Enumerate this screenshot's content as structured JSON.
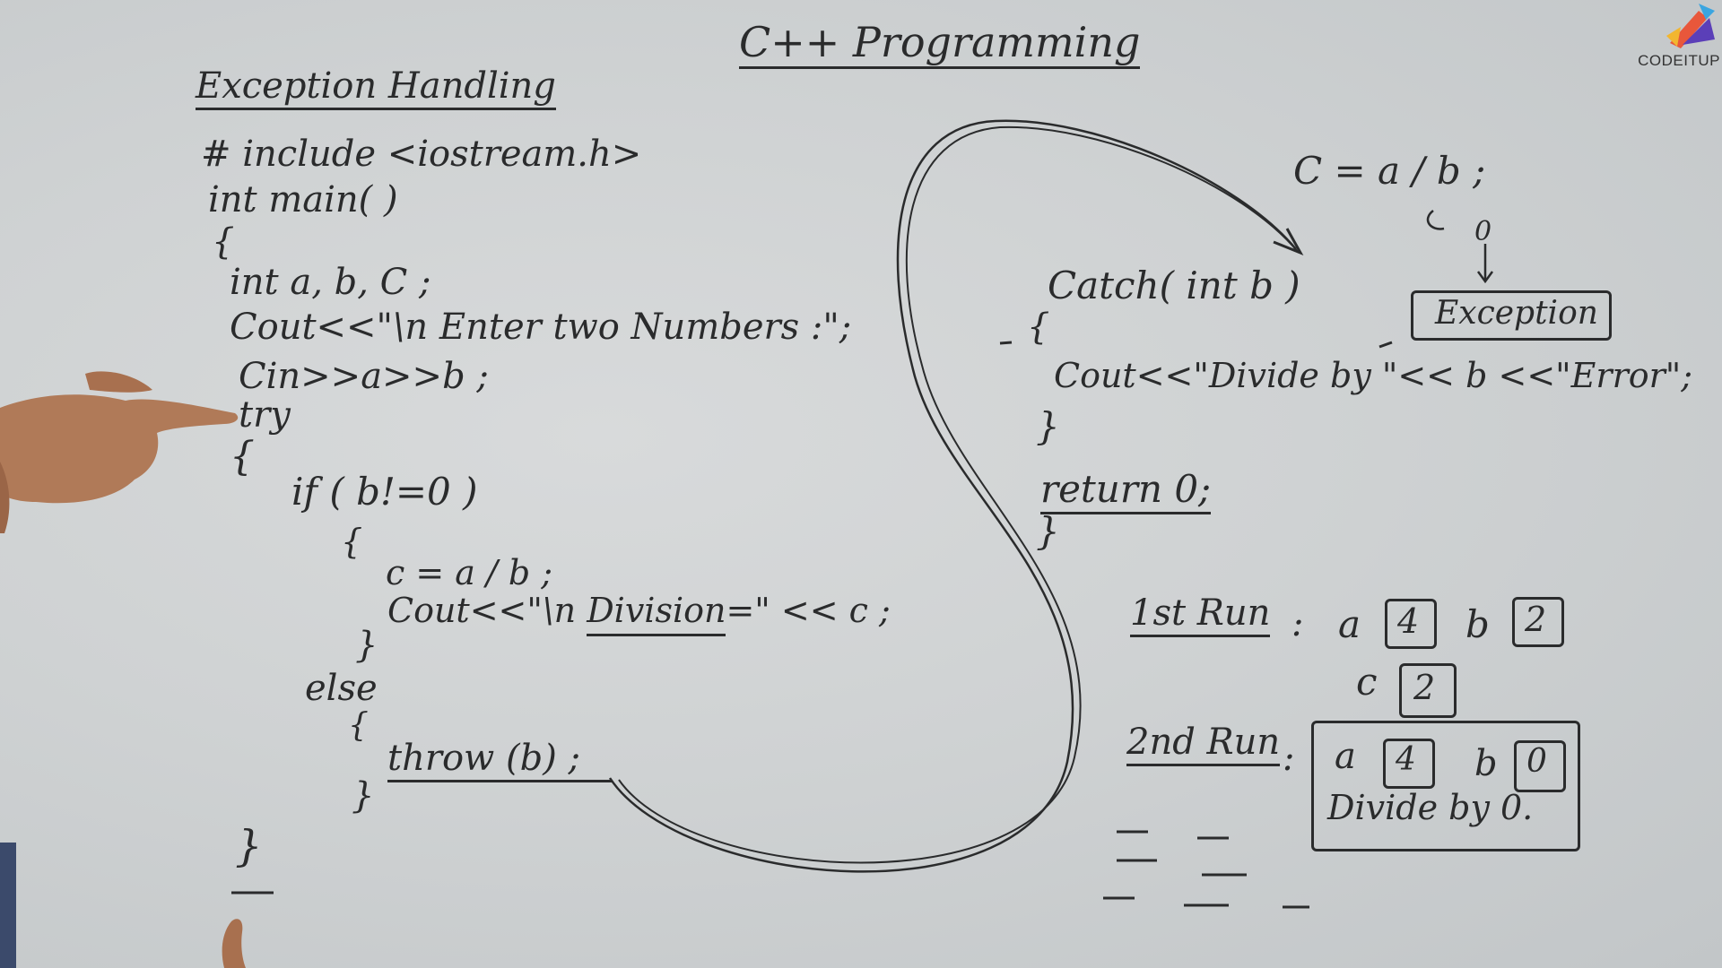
{
  "board": {
    "title": "C++ Programming",
    "topic": "Exception Handling",
    "code": {
      "include": "# include <iostream.h>",
      "main": "int main( )",
      "open_main": "{",
      "decl": "int a, b, C ;",
      "cout_prompt": "Cout<<\"\\n Enter two Numbers :\";",
      "cin": "Cin>>a>>b ;",
      "try": "try",
      "open_try": "{",
      "if": "if ( b!=0 )",
      "open_if": "{",
      "assign": "c = a / b ;",
      "cout_div_prefix": "Cout<<\"\\n ",
      "cout_div_word": "Division",
      "cout_div_suffix": "=\" << c ;",
      "close_if": "}",
      "else": "else",
      "open_else": "{",
      "throw": "throw (b) ;",
      "close_else": "}",
      "close_try": "}"
    },
    "catch_block": {
      "catch": "Catch( int b )",
      "open": "{",
      "cout": "Cout<<\"Divide by \"<< b <<\"Error\";",
      "close": "}",
      "return": "return 0;",
      "close_main": "}"
    },
    "note": {
      "expr": "C = a / b ;",
      "zero": "0",
      "exception": "Exception"
    },
    "runs": {
      "first_label": "1st Run",
      "colon": ":",
      "a_label": "a",
      "a_val": "4",
      "b_label": "b",
      "b_val": "2",
      "c_label": "c",
      "c_val": "2",
      "second_label": "2nd Run",
      "a2_val": "4",
      "b2_val": "0",
      "result": "Divide by 0."
    }
  },
  "brand": {
    "name": "CODEITUP"
  },
  "colors": {
    "ink": "#2a2b2c",
    "board": "#d1d3d4"
  }
}
